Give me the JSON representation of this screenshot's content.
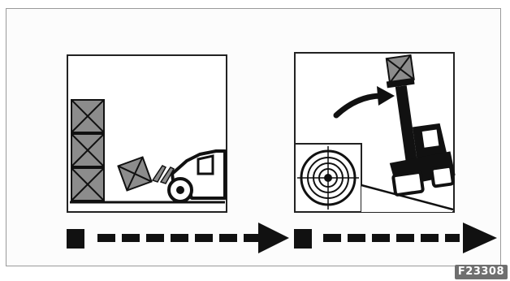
{
  "figure": {
    "code": "F23308"
  },
  "panels": [
    {
      "name": "left-panel",
      "icon": "stacked-crates-and-falling-crate-before-vehicle"
    },
    {
      "name": "right-panel",
      "icon": "vehicle-tilting-on-slope-with-inclinometer"
    }
  ],
  "colors": {
    "crate_fill": "#8c8c8c",
    "outline": "#111111",
    "panel_border": "#222222",
    "frame_border": "#9a9a9a"
  }
}
